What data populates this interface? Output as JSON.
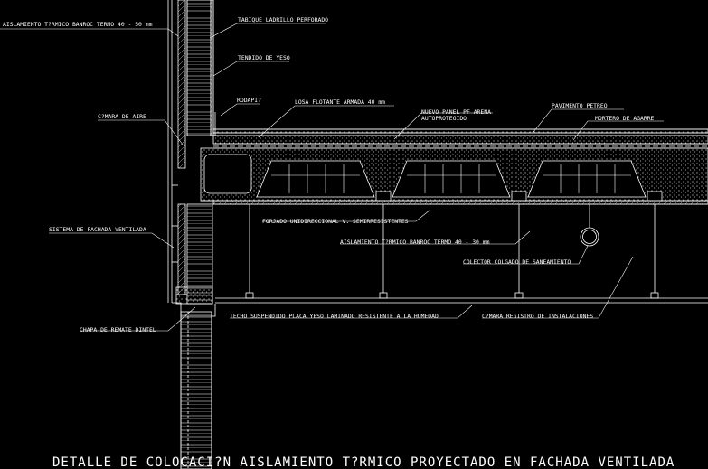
{
  "title": "DETALLE DE COLOCACI?N AISLAMIENTO T?RMICO PROYECTADO EN FACHADA VENTILADA",
  "labels": {
    "aislamiento_top": "AISLAMIENTO T?RMICO BANROC TERMO 40 - 50 mm",
    "tabique": "TABIQUE LADRILLO PERFORADO",
    "tendido": "TENDIDO DE YESO",
    "rodapie": "RODAPI?",
    "camara_aire": "C?MARA DE AIRE",
    "losa": "LOSA FLOTANTE ARMADA 40 mm",
    "nuevo_panel_1": "NUEVO PANEL PF ARENA",
    "nuevo_panel_2": "AUTOPROTEGIDO",
    "pavimento": "PAVIMENTO PETREO",
    "mortero": "MORTERO DE AGARRE",
    "sistema_fachada": "SISTEMA DE FACHADA VENTILADA",
    "forjado": "FORJADO UNIDIRECCIONAL V. SEMIRRESISTENTES",
    "aislamiento_mid": "AISLAMIENTO T?RMICO BANROC TERMO 40 - 30 mm",
    "colector": "COLECTOR COLGADO DE SANEAMIENTO",
    "chapa": "CHAPA DE REMATE DINTEL",
    "techo": "TECHO SUSPENDIDO PLACA  YESO LAMINADO RESISTENTE A LA HUMEDAD",
    "camara_registro": "C?MARA REGISTRO DE INSTALACIONES"
  },
  "colors": {
    "background": "#000000",
    "lines": "#ffffff",
    "hatch": "#cfcfcf"
  }
}
